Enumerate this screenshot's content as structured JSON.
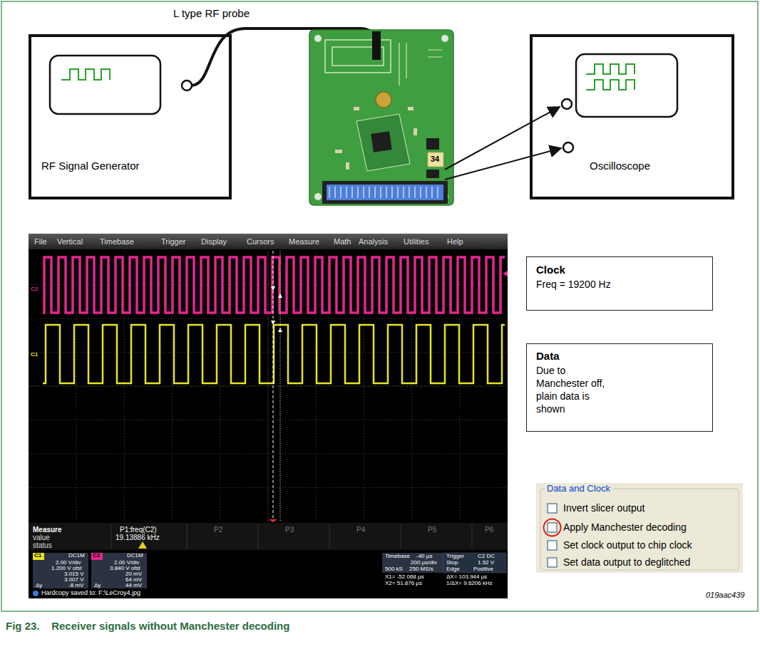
{
  "diagram": {
    "caption": "Fig 23.    Receiver signals without Manchester decoding",
    "nodes": [
      {
        "text": [
          "RF Signal Generator"
        ]
      },
      {
        "text": [
          "Oscilloscope"
        ]
      },
      {
        "text": [
          "Clock",
          "Freq = 19200 Hz"
        ]
      },
      {
        "text": [
          "Data",
          "Due to Manchester off, plain data is shown"
        ]
      },
      {
        "text": [
          "Data and Clock",
          "Invert slicer output",
          "Apply Manchester decoding",
          "Set clock output to chip clock",
          "Set data output to deglitched"
        ]
      }
    ],
    "labels": [
      "L type RF probe",
      "34",
      "File",
      "Vertical",
      "Timebase",
      "Trigger",
      "Display",
      "Cursors",
      "Measure",
      "Math",
      "Analysis",
      "Utilities",
      "Help",
      "C2",
      "C1",
      "Measure",
      "value",
      "status",
      "P1:freq(C2)",
      "19.13886 kHz",
      "P2",
      "P3",
      "P4",
      "P5",
      "P6",
      "C1",
      "DC1M",
      "2.00 V/div",
      "1.200 V ofst",
      "3.015 V",
      "3.007 V",
      "-8 mV",
      "Δy",
      "C2",
      "DC1M",
      "2.00 V/div",
      "3.840 V ofst",
      "20 mV",
      "64 mV",
      "44 mV",
      "Δy",
      "Timebase",
      "-40 µs",
      "Trigger",
      "C2 DC",
      "200 µs/div",
      "Stop",
      "1.52 V",
      "500 kS",
      "250 MS/s",
      "Edge",
      "Positive",
      "X1= -52.068 µs",
      "ΔX= 103.944 µs",
      "X2= 51.876 µs",
      "1/ΔX= 9.6206 kHz",
      "Hardcopy saved to: F:\\LeCroy4.jpg",
      "019aac439"
    ]
  }
}
